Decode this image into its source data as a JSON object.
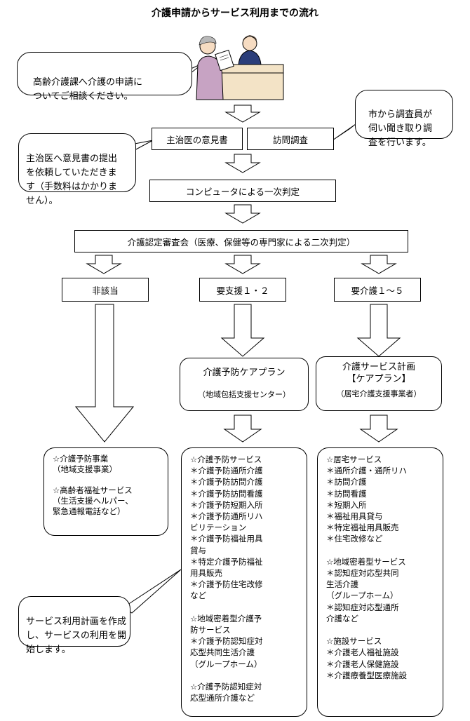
{
  "title": "介護申請からサービス利用までの流れ",
  "bubbles": {
    "consult": "高齢介護課へ介護の申請に\nついてご相談ください。",
    "investigator": "市から調査員が\n伺い聞き取り調\n査を行います。",
    "doctor": "主治医へ意見書の提出\nを依頼していただきま\nす（手数料はかかりま\nせん）。",
    "plan": "サービス利用計画を作成\nし、サービスの利用を開\n始します。"
  },
  "steps": {
    "doctor_opinion": "主治医の意見書",
    "visit_survey": "訪問調査",
    "computer": "コンピュータによる一次判定",
    "committee": "介護認定審査会（医療、保健等の専門家による二次判定）"
  },
  "results": {
    "not_applicable": "非該当",
    "support": "要支援１・２",
    "care": "要介護１～５"
  },
  "plans": {
    "prevention_title": "介護予防ケアプラン",
    "prevention_sub": "（地域包括支援センター）",
    "care_title": "介護サービス計画\n【ケアプラン】",
    "care_sub": "（居宅介護支援事業者）"
  },
  "services": {
    "left": "☆介護予防事業\n （地域支援事業）\n\n☆高齢者福祉サービス\n （生活支援ヘルパー、\n  緊急通報電話など）",
    "middle": "☆介護予防サービス\n＊介護予防通所介護\n＊介護予防訪問介護\n＊介護予防訪問看護\n＊介護予防短期入所\n＊介護予防通所リハ\n  ビリテーション\n＊介護予防福祉用具\n  貸与\n＊特定介護予防福祉\n  用具販売\n＊介護予防住宅改修\n        など\n\n☆地域密着型介護予\n 防サービス\n＊介護予防認知症対\n  応型共同生活介護\n  （グループホーム）\n\n☆介護予防認知症対\n 応型通所介護など",
    "right": "☆居宅サービス\n＊通所介護・通所リハ\n＊訪問介護\n＊訪問看護\n＊短期入所\n＊福祉用具貸与\n＊特定福祉用具販売\n＊住宅改修など\n\n☆地域密着型サービス\n＊認知症対応型共同\n  生活介護\n  （グループホーム）\n＊認知症対応型通所\n  介護など\n\n☆施設サービス\n＊介護老人福祉施設\n＊介護老人保健施設\n＊介護療養型医療施設"
  },
  "icons": {
    "illustration": "reception-desk-illustration",
    "arrow": "block-arrow-down-icon"
  }
}
